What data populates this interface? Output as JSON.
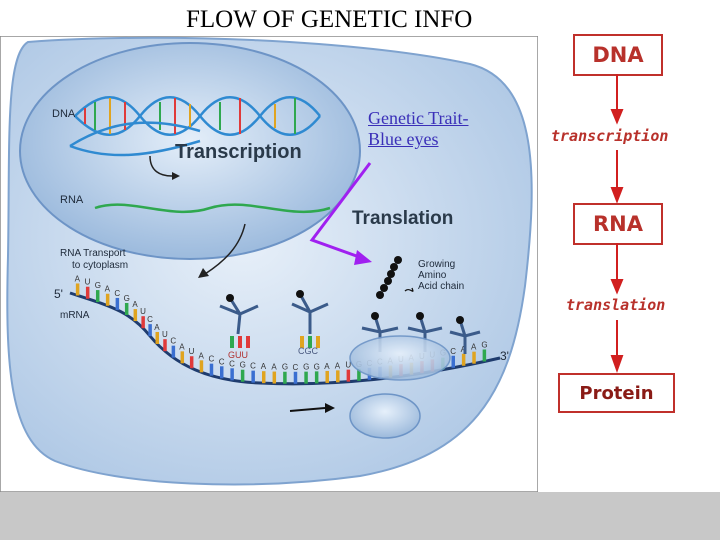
{
  "slide": {
    "title": "FLOW OF GENETIC INFO"
  },
  "figure": {
    "labels": {
      "dna": "DNA",
      "transcription": "Transcription",
      "rna": "RNA",
      "translation": "Translation",
      "rna_transport_1": "RNA Transport",
      "rna_transport_2": "to cytoplasm",
      "growing_1": "Growing",
      "growing_2": "Amino",
      "growing_3": "Acid chain",
      "five_prime": "5'",
      "three_prime": "3'",
      "mrna": "mRNA"
    },
    "codon_sequence": [
      "A",
      "U",
      "G",
      "A",
      "C",
      "G",
      "A",
      "U",
      "C",
      "A",
      "U",
      "C",
      "A",
      "U",
      "A",
      "C",
      "C",
      "C",
      "G",
      "C",
      "A",
      "A",
      "G",
      "C",
      "G",
      "G",
      "A",
      "A",
      "U",
      "G",
      "C",
      "C",
      "A",
      "U",
      "A",
      "U",
      "U",
      "G",
      "C",
      "A",
      "A",
      "G"
    ],
    "trna_anticodons": [
      "GUU",
      "CGC"
    ]
  },
  "annotation": {
    "line1": "Genetic Trait-",
    "line2": "Blue eyes"
  },
  "flow": {
    "dna": "DNA",
    "transcription": "transcription",
    "rna": "RNA",
    "translation": "translation",
    "protein": "Protein"
  },
  "colors": {
    "box_border": "#c0302b",
    "flow_text": "#b8312b",
    "arrow": "#d11f1f",
    "annotation_text": "#3a2fb8",
    "pointer_arrow": "#a020f0",
    "cell_fill": "#d3e2f2",
    "nucleus_fill": "#c2d7ee"
  }
}
